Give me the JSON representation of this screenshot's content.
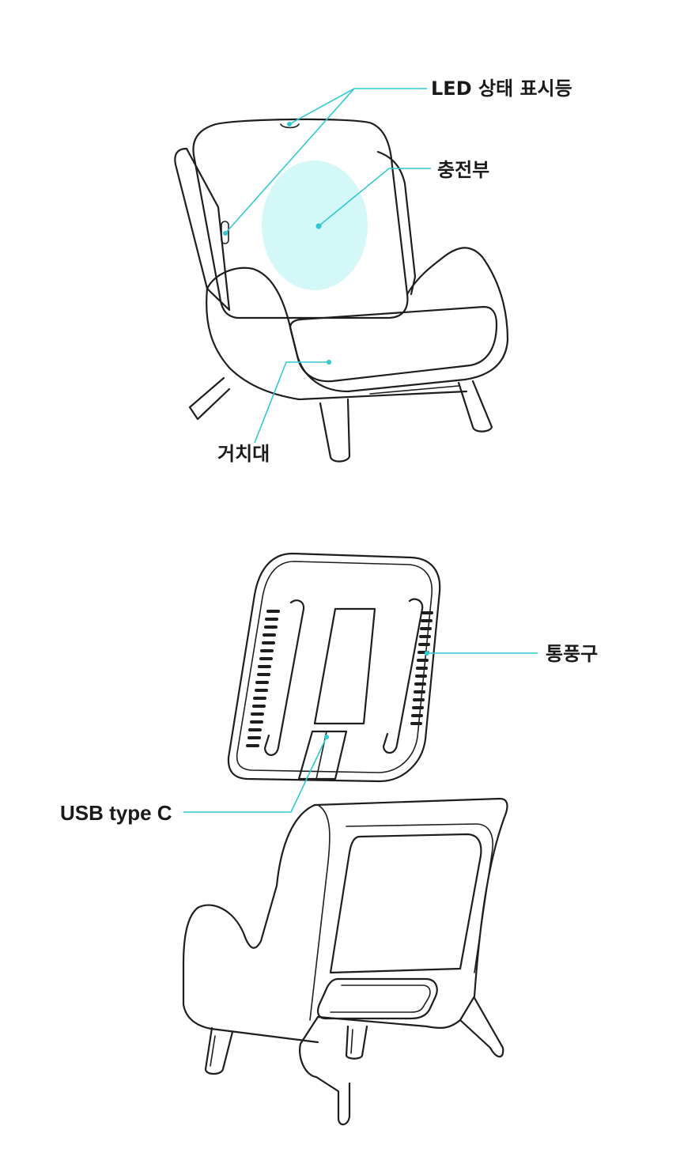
{
  "labels": {
    "led": "LED 상태 표시등",
    "charging": "충전부",
    "stand": "거치대",
    "vent": "통풍구",
    "usb": "USB type C"
  },
  "colors": {
    "accent": "#2ec9d2",
    "charging_zone": "#d4f7f7",
    "line": "#1e1e1e",
    "text": "#1a1a1a"
  }
}
